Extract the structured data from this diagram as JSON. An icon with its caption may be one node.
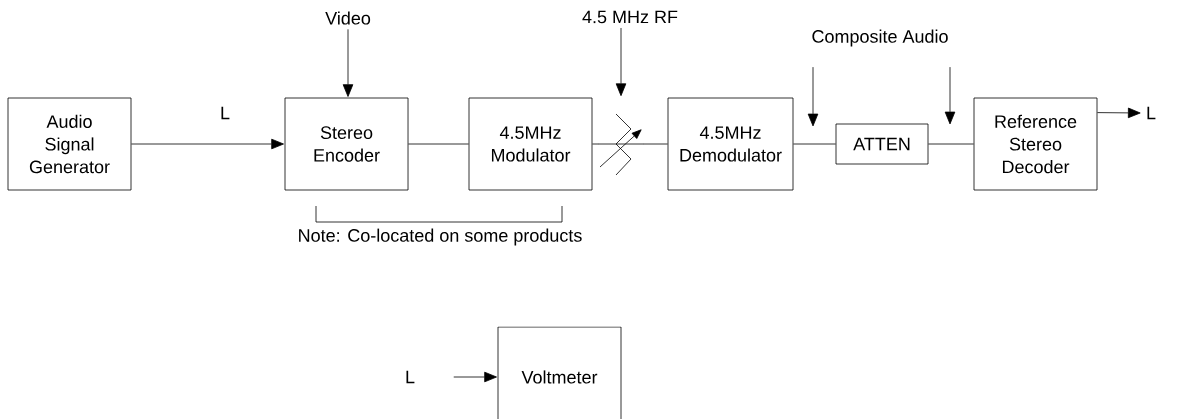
{
  "diagram": {
    "nodes": [
      {
        "text": [
          "Video"
        ]
      },
      {
        "text": [
          "4.5 MHz RF"
        ]
      },
      {
        "text": [
          "Composite Audio"
        ]
      },
      {
        "text": [
          "Audio Signal Generator"
        ]
      },
      {
        "text": [
          "Stereo Encoder"
        ]
      },
      {
        "text": [
          "4.5MHz Modulator"
        ]
      },
      {
        "text": [],
        "shape": "picture"
      },
      {
        "text": [
          "4.5MHz Demodulator"
        ]
      },
      {
        "text": [
          "ATTEN"
        ]
      },
      {
        "text": [
          "Reference Stereo Decoder"
        ]
      },
      {
        "text": [
          "L"
        ]
      },
      {
        "text": [
          "L"
        ]
      },
      {
        "text": [
          "Voltmeter"
        ]
      }
    ],
    "edges": [
      {
        "from": 3,
        "to": 4,
        "arrow": "to",
        "label": "L"
      },
      {
        "from": 0,
        "to": 4,
        "arrow": "to"
      },
      {
        "from": 4,
        "to": 5,
        "arrow": "none"
      },
      {
        "from": 5,
        "to": 6,
        "arrow": "none"
      },
      {
        "from": 6,
        "to": 7,
        "arrow": "none"
      },
      {
        "from": 1,
        "to": 6,
        "arrow": "to"
      },
      {
        "from": 7,
        "to": 8,
        "arrow": "none"
      },
      {
        "from": 8,
        "to": 9,
        "arrow": "none"
      },
      {
        "from": 2,
        "to": null,
        "arrow": "to"
      },
      {
        "from": 2,
        "to": null,
        "arrow": "to"
      },
      {
        "from": 9,
        "to": 10,
        "arrow": "to"
      },
      {
        "from": 11,
        "to": 12,
        "arrow": "to"
      }
    ],
    "labels": [
      "Note: Co-located on some products"
    ]
  }
}
